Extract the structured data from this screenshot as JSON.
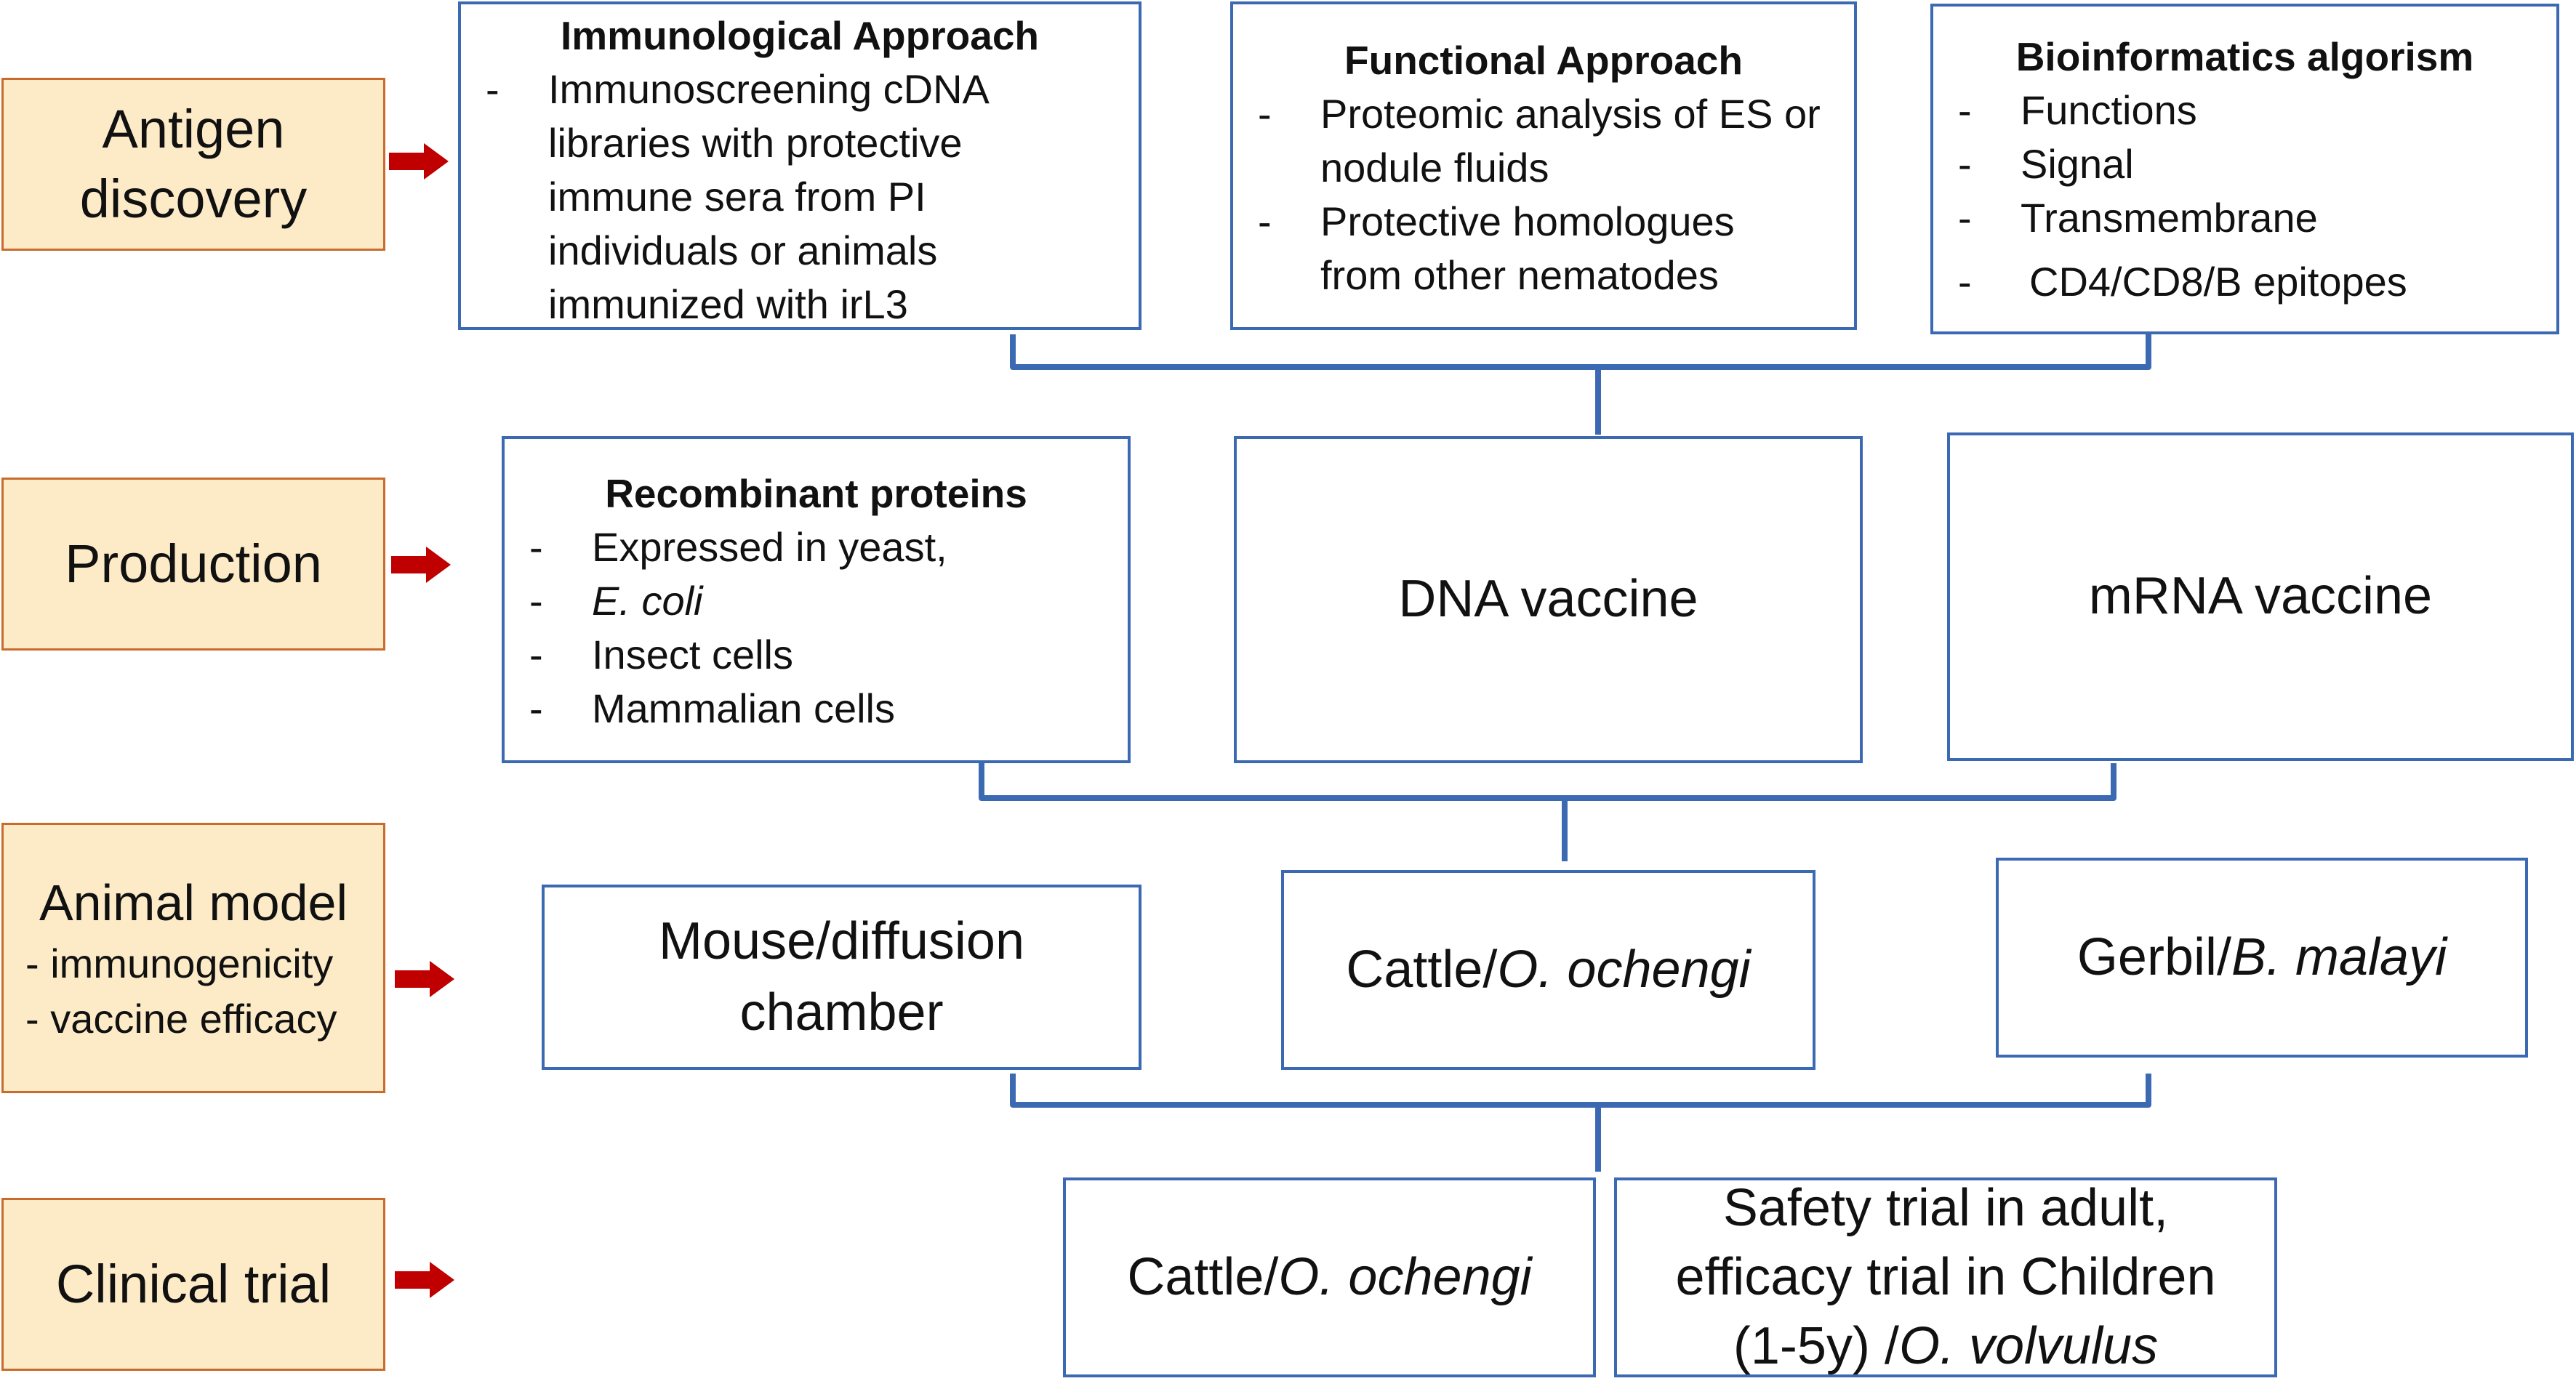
{
  "colors": {
    "stage_fill": "#fdebc8",
    "stage_border": "#c96b2b",
    "box_border": "#3b6ab3",
    "connector": "#3b6ab3",
    "arrow": "#c00000"
  },
  "stages": {
    "antigen_discovery": [
      "Antigen",
      "discovery"
    ],
    "production": "Production",
    "animal_model": {
      "title": "Animal model",
      "items": [
        "- immunogenicity",
        "- vaccine efficacy"
      ]
    },
    "clinical_trial": "Clinical trial"
  },
  "discovery": {
    "immunological": {
      "title": "Immunological Approach",
      "items": [
        {
          "dash": "-",
          "lines": [
            "Immunoscreening cDNA",
            "libraries with protective",
            "immune sera from PI",
            "individuals or animals",
            "immunized with irL3"
          ]
        }
      ]
    },
    "functional": {
      "title": "Functional Approach",
      "items": [
        {
          "dash": "-",
          "lines": [
            "Proteomic analysis of ES or",
            "nodule fluids"
          ]
        },
        {
          "dash": "-",
          "lines": [
            "Protective homologues",
            "from other nematodes"
          ]
        }
      ]
    },
    "bioinformatics": {
      "title": "Bioinformatics algorism",
      "items": [
        {
          "dash": "-",
          "text": "Functions"
        },
        {
          "dash": "-",
          "text": "Signal"
        },
        {
          "dash": "-",
          "text": "Transmembrane"
        },
        {
          "dash": "-",
          "text": "CD4/CD8/B epitopes"
        }
      ]
    }
  },
  "production": {
    "recombinant": {
      "title": "Recombinant proteins",
      "items": [
        {
          "dash": "-",
          "text": "Expressed in yeast,"
        },
        {
          "dash": "-",
          "text": "E. coli"
        },
        {
          "dash": "-",
          "text": "Insect cells"
        },
        {
          "dash": "-",
          "text": "Mammalian cells"
        }
      ]
    },
    "dna": "DNA vaccine",
    "mrna": "mRNA vaccine"
  },
  "animal": {
    "mouse": [
      "Mouse/diffusion",
      "chamber"
    ],
    "cattle": {
      "prefix": "Cattle/",
      "species": "O. ochengi"
    },
    "gerbil": {
      "prefix": "Gerbil/",
      "species": "B. malayi"
    }
  },
  "clinical": {
    "cattle": {
      "prefix": "Cattle/",
      "species": "O. ochengi"
    },
    "human": {
      "line1": "Safety trial in adult,",
      "line2": "efficacy trial in Children",
      "line3_prefix": "(1-5y) /",
      "line3_species": "O. volvulus"
    }
  }
}
